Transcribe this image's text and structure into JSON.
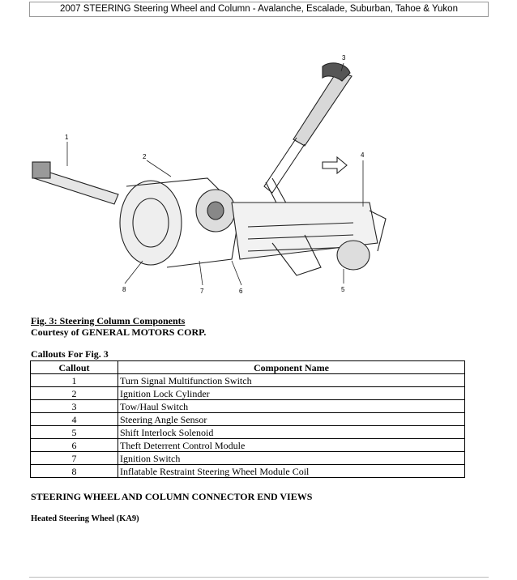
{
  "header": {
    "title": "2007 STEERING Steering Wheel and Column - Avalanche, Escalade, Suburban, Tahoe & Yukon"
  },
  "figure": {
    "callout_labels": [
      "1",
      "2",
      "3",
      "4",
      "5",
      "6",
      "7",
      "8"
    ],
    "caption_title": "Fig. 3: Steering Column Components",
    "caption_courtesy": "Courtesy of GENERAL MOTORS CORP."
  },
  "callouts": {
    "heading": "Callouts For Fig. 3",
    "columns": [
      "Callout",
      "Component Name"
    ],
    "rows": [
      {
        "callout": "1",
        "name": "Turn Signal Multifunction Switch"
      },
      {
        "callout": "2",
        "name": "Ignition Lock Cylinder"
      },
      {
        "callout": "3",
        "name": "Tow/Haul Switch"
      },
      {
        "callout": "4",
        "name": "Steering Angle Sensor"
      },
      {
        "callout": "5",
        "name": "Shift Interlock Solenoid"
      },
      {
        "callout": "6",
        "name": "Theft Deterrent Control Module"
      },
      {
        "callout": "7",
        "name": "Ignition Switch"
      },
      {
        "callout": "8",
        "name": "Inflatable Restraint Steering Wheel Module Coil"
      }
    ]
  },
  "section": {
    "title": "STEERING WHEEL AND COLUMN CONNECTOR END VIEWS"
  },
  "subsection": {
    "title": "Heated Steering Wheel (KA9)"
  }
}
